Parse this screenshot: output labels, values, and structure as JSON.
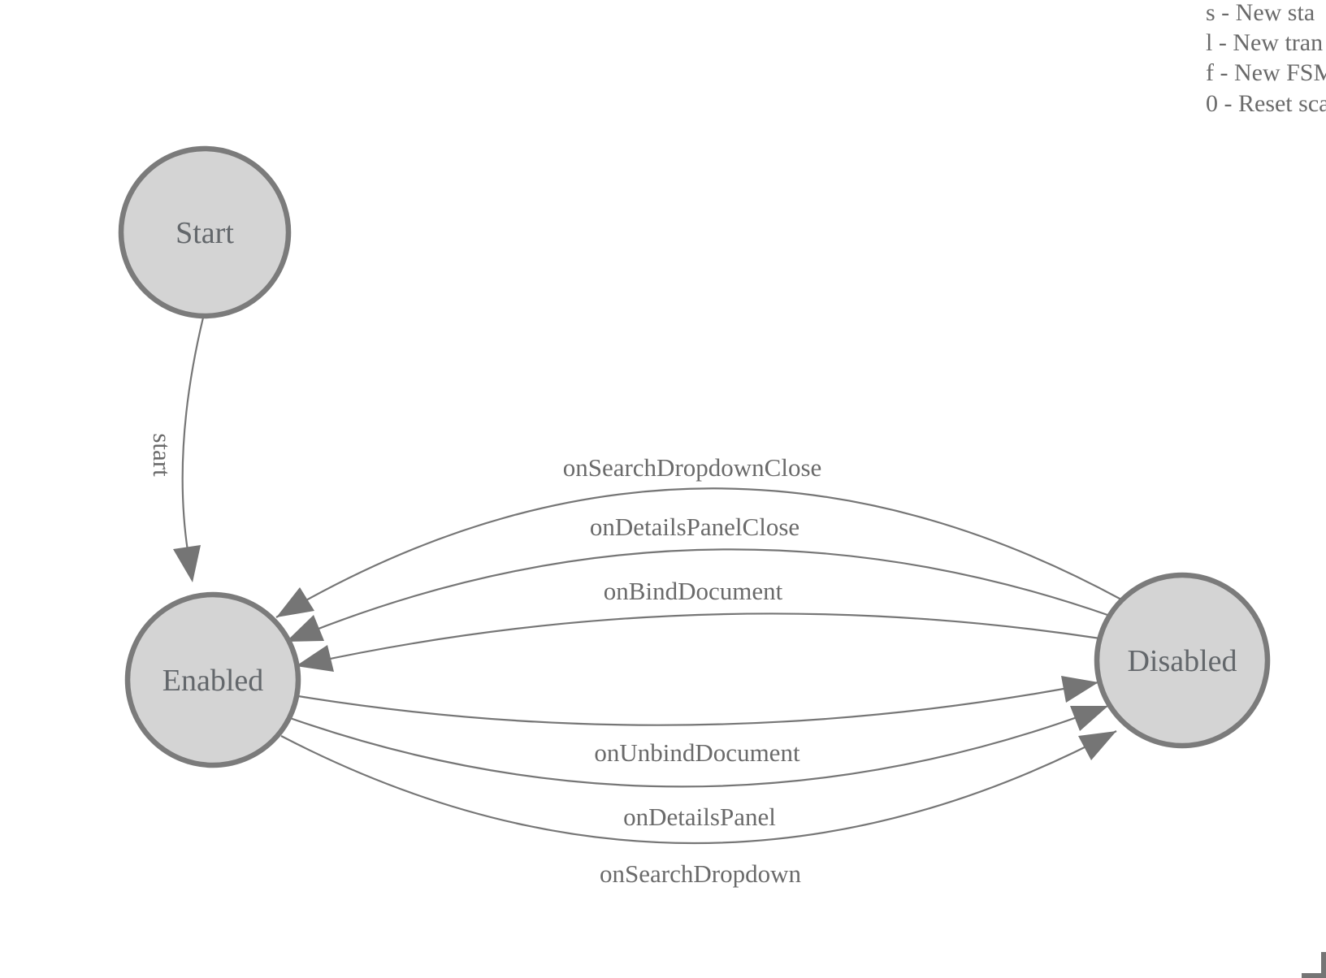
{
  "diagram": {
    "type": "finite-state-machine",
    "states": [
      {
        "label": "Start"
      },
      {
        "label": "Enabled"
      },
      {
        "label": "Disabled"
      }
    ],
    "transitions": [
      {
        "label": "start",
        "from": "Start",
        "to": "Enabled"
      },
      {
        "label": "onSearchDropdownClose",
        "from": "Disabled",
        "to": "Enabled"
      },
      {
        "label": "onDetailsPanelClose",
        "from": "Disabled",
        "to": "Enabled"
      },
      {
        "label": "onBindDocument",
        "from": "Disabled",
        "to": "Enabled"
      },
      {
        "label": "onUnbindDocument",
        "from": "Enabled",
        "to": "Disabled"
      },
      {
        "label": "onDetailsPanel",
        "from": "Enabled",
        "to": "Disabled"
      },
      {
        "label": "onSearchDropdown",
        "from": "Enabled",
        "to": "Disabled"
      }
    ]
  },
  "legend": {
    "lines": [
      "s - New sta",
      "l - New tran",
      "f - New FSM",
      "0 - Reset sca"
    ]
  },
  "colors": {
    "background": "#ffffff",
    "node_fill": "#d4d4d4",
    "node_border": "#7b7b7b",
    "edge": "#767676",
    "text": "#666a6d"
  }
}
